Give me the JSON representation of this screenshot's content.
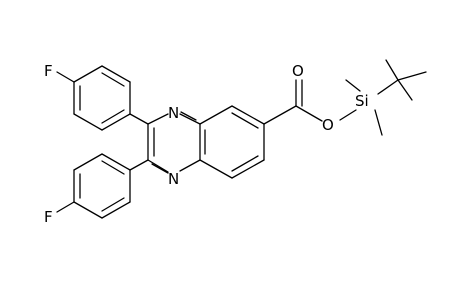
{
  "structure": {
    "atom_labels": {
      "fluorine_top": "F",
      "fluorine_bottom": "F",
      "nitrogen_top": "N",
      "nitrogen_bottom": "N",
      "carbonyl_oxygen": "O",
      "ester_oxygen": "O",
      "silicon": "Si"
    }
  },
  "colors": {
    "bond": "#000000",
    "label": "#000000",
    "background": "#ffffff"
  }
}
